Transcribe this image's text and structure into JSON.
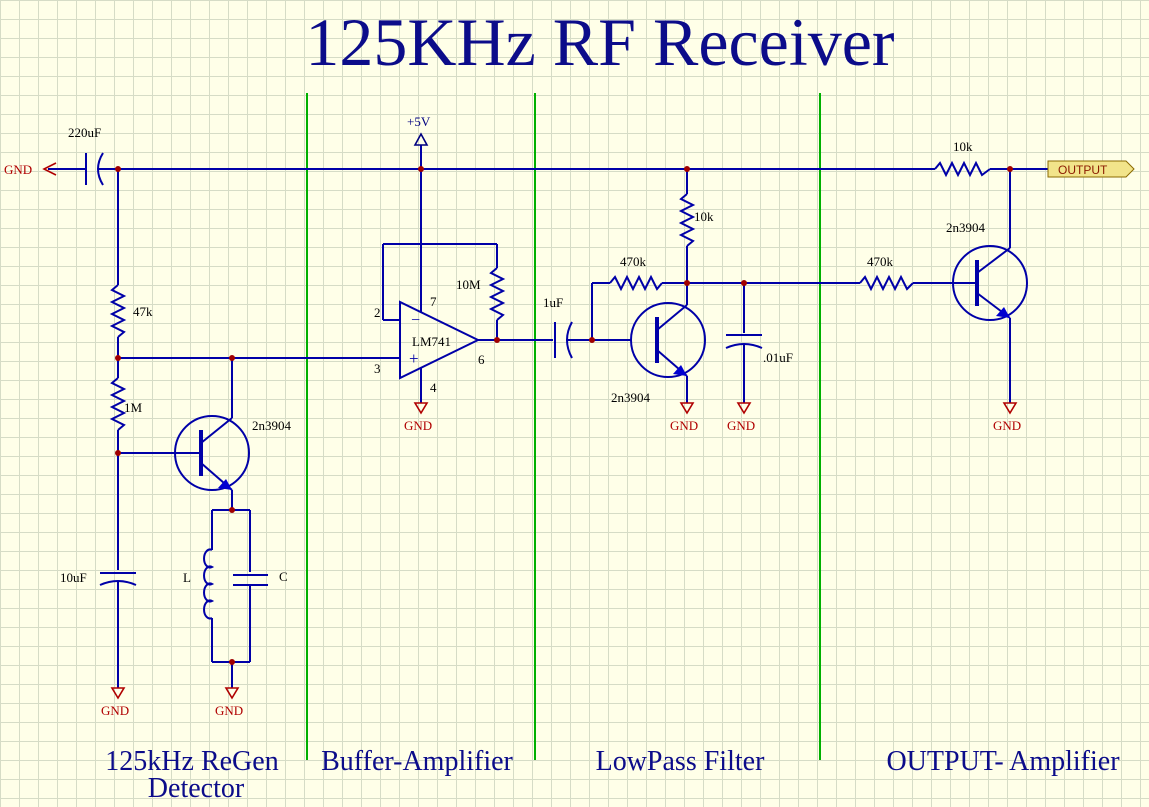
{
  "title": "125KHz RF Receiver",
  "sections": [
    {
      "line1": "125kHz ReGen",
      "line2": "Detector"
    },
    {
      "line1": "Buffer-Amplifier"
    },
    {
      "line1": "LowPass Filter"
    },
    {
      "line1": "OUTPUT- Amplifier"
    }
  ],
  "power": {
    "gnd": "GND",
    "vcc": "+5V"
  },
  "output_label": "OUTPUT",
  "components": {
    "c220u": "220uF",
    "r47k": "47k",
    "r1m": "1M",
    "c10u": "10uF",
    "q1": "2n3904",
    "inductor": "L",
    "cap_c": "C",
    "opamp": "LM741",
    "r10m": "10M",
    "c1u": "1uF",
    "r470k_1": "470k",
    "r10k_1": "10k",
    "q2": "2n3904",
    "c01u": ".01uF",
    "r470k_2": "470k",
    "r10k_2": "10k",
    "q3": "2n3904"
  },
  "opamp": {
    "minus": "−",
    "plus": "+",
    "pin2": "2",
    "pin3": "3",
    "pin4": "4",
    "pin6": "6",
    "pin7": "7"
  }
}
